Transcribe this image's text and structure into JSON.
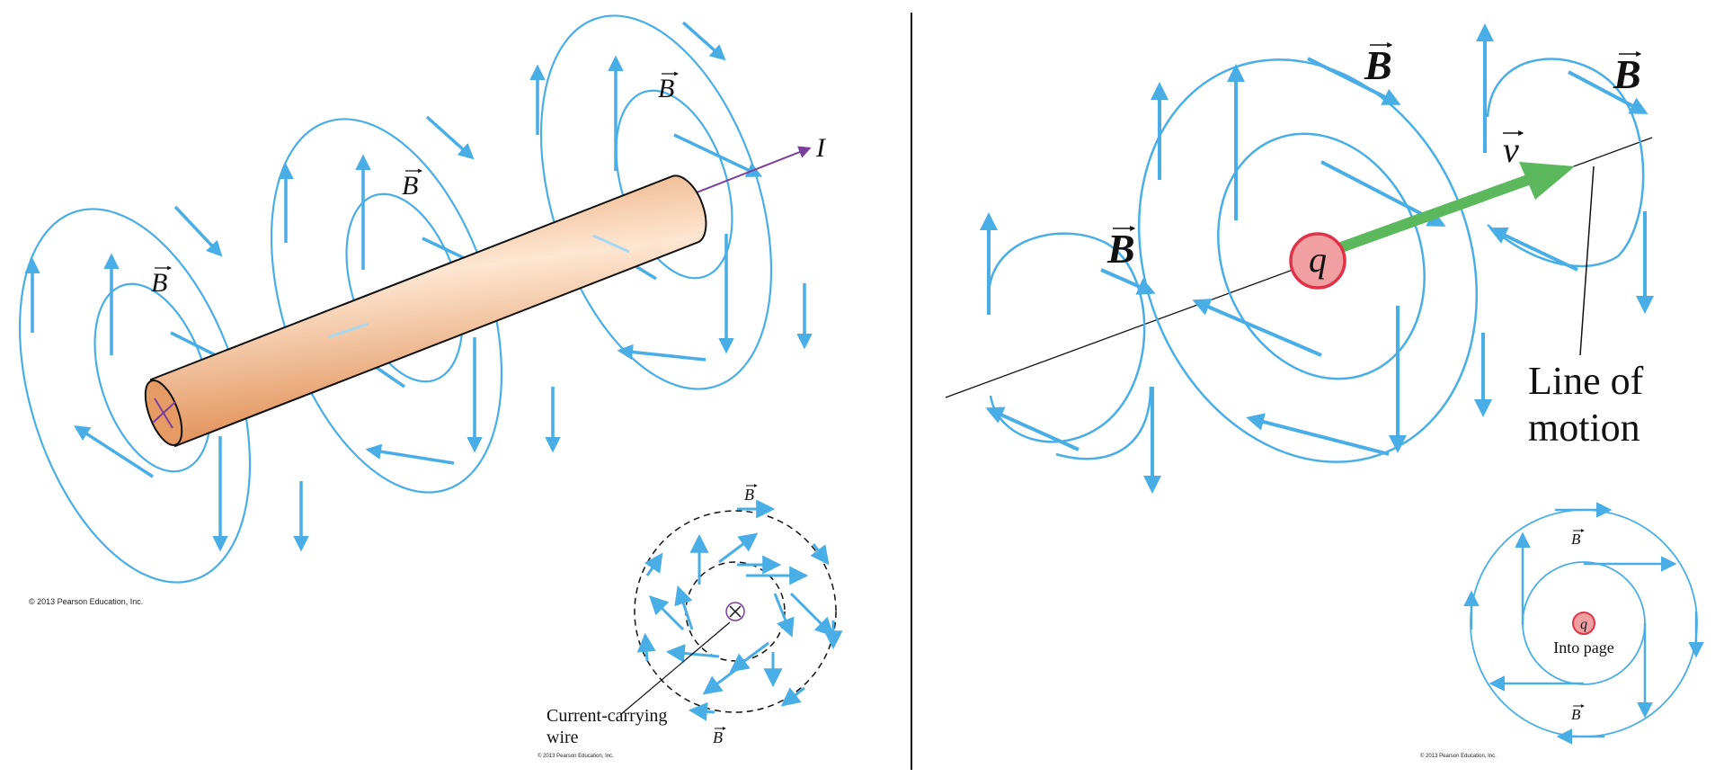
{
  "left_panel": {
    "b_label": "B",
    "current_label": "I",
    "copyright": "© 2013 Pearson Education, Inc.",
    "inset": {
      "b_label": "B",
      "wire_label_line1": "Current-carrying",
      "wire_label_line2": "wire",
      "copyright": "© 2013 Pearson Education, Inc."
    }
  },
  "right_panel": {
    "b_label": "B",
    "charge_label": "q",
    "velocity_label": "v",
    "line_label_line1": "Line of",
    "line_label_line2": "motion",
    "copyright": "© 2013 Pearson Education, Inc.",
    "inset": {
      "b_label": "B",
      "charge_label": "q",
      "into_label": "Into page"
    }
  },
  "colors": {
    "field": "#4aaee6",
    "wire": "#f2b584",
    "current_arrow": "#7a3e9d",
    "charge_fill": "#f0a0a0",
    "charge_stroke": "#e0334a",
    "velocity": "#5cb85c"
  }
}
